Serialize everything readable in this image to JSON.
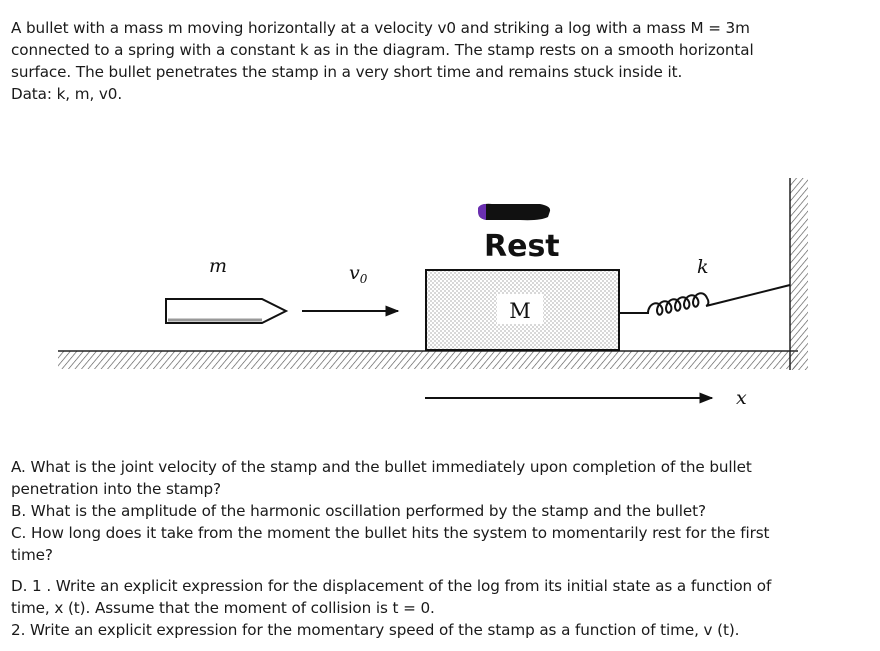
{
  "intro": {
    "lines": [
      "A bullet with a mass m moving horizontally at a velocity v0 and striking a log with a mass M = 3m",
      "connected to a spring with a constant k as in the diagram. The stamp rests on a smooth horizontal",
      "surface. The bullet penetrates the stamp in a very short time and remains stuck inside it.",
      "Data: k, m, v0."
    ]
  },
  "diagram": {
    "bullet_label": "m",
    "velocity_label": "v",
    "velocity_subscript": "0",
    "block_label": "M",
    "handwritten_note": "Rest",
    "spring_label": "k",
    "axis_label": "x"
  },
  "questions": {
    "a_c_lines": [
      "A. What is the joint velocity of the stamp and the bullet immediately upon completion of the bullet",
      "penetration into the stamp?",
      "B. What is the amplitude of the harmonic oscillation performed by the stamp and the bullet?",
      "C. How long does it take from the moment the bullet hits the system to momentarily rest for the first",
      "time?"
    ],
    "d_lines": [
      "D. 1 . Write an explicit expression for the displacement of the log from its initial state as a function of",
      "time, x (t). Assume that the moment of collision is t = 0.",
      "2. Write an explicit expression for the momentary speed of the stamp as a function of time, v (t)."
    ]
  },
  "colors": {
    "text": "#1a1a1a",
    "redaction": "#6a2fb0"
  }
}
